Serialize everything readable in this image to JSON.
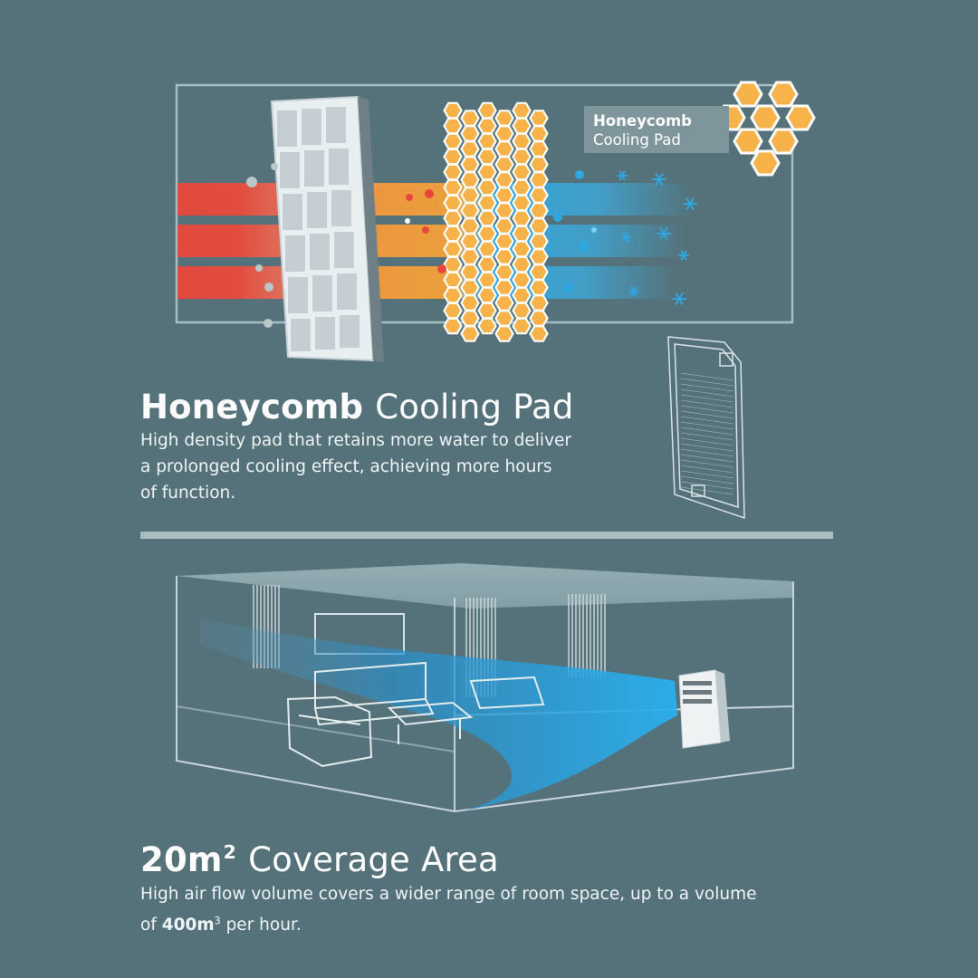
{
  "callout": {
    "line1": "Honeycomb",
    "line2": "Cooling Pad"
  },
  "pad_section": {
    "title_bold": "Honeycomb",
    "title_light": "Cooling Pad",
    "description_lines": [
      "High density pad that retains more water to deliver",
      "a prolonged cooling effect, achieving more hours",
      "of function."
    ]
  },
  "coverage_section": {
    "title_bold": "20m",
    "title_sup": "2",
    "title_light": "Coverage Area",
    "description_line1": "High air flow volume covers a wider range of room space, up to a volume",
    "description_line2_pre": "of ",
    "description_line2_bold": "400m",
    "description_line2_sup": "3",
    "description_line2_post": " per hour."
  },
  "colors": {
    "background": "#55727a",
    "hot_air": "#e8473b",
    "warm_air": "#f2a23a",
    "cool_air": "#2fa6e0",
    "honeycomb": "#f7b24a",
    "divider": "#a9bcc0"
  }
}
